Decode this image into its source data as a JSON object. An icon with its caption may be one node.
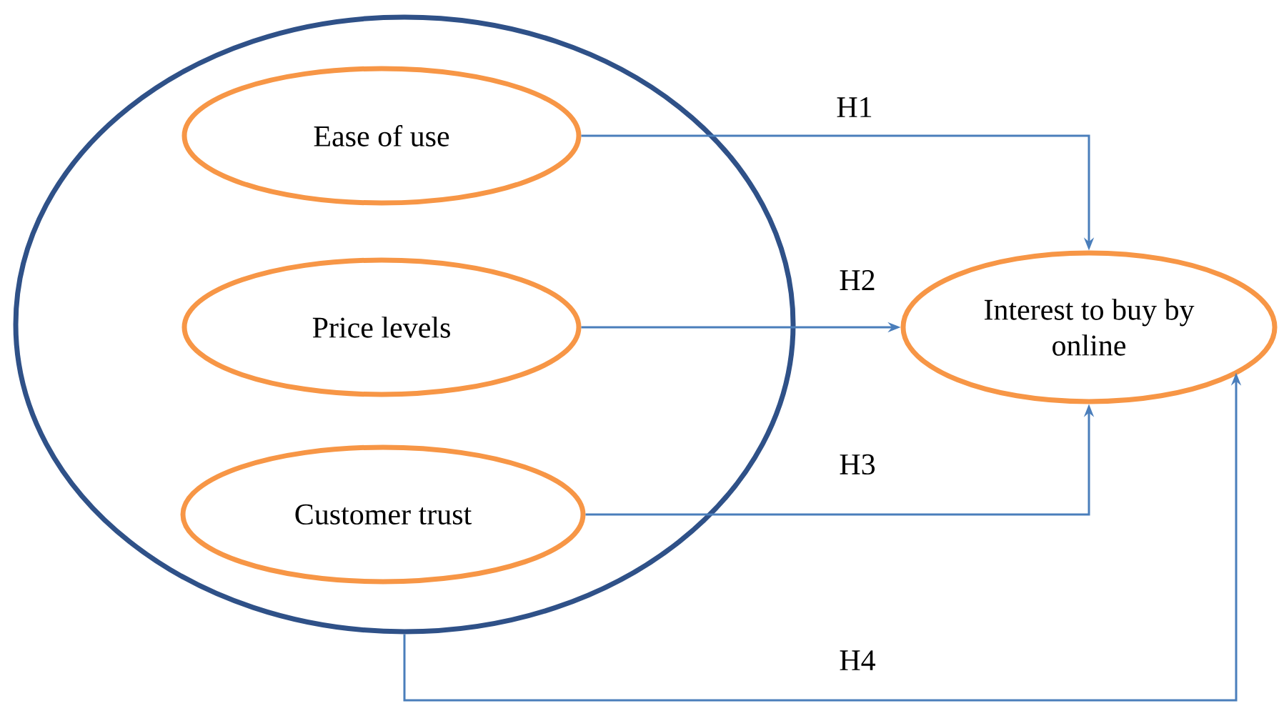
{
  "diagram": {
    "nodes": [
      {
        "text": [],
        "shape": "ellipse"
      },
      {
        "text": [
          "Ease of use"
        ],
        "in": 0
      },
      {
        "text": [
          "Price levels"
        ],
        "in": 0
      },
      {
        "text": [
          "Customer trust"
        ],
        "in": 0
      },
      {
        "text": [
          "Interest to buy by online"
        ]
      }
    ],
    "edges": [
      {
        "from": 1,
        "to": 4,
        "arrow": "to",
        "label": "H1"
      },
      {
        "from": 2,
        "to": 4,
        "arrow": "to",
        "label": "H2"
      },
      {
        "from": 3,
        "to": 4,
        "arrow": "to",
        "label": "H3"
      },
      {
        "from": 0,
        "to": 4,
        "arrow": "to",
        "label": "H4"
      }
    ]
  }
}
